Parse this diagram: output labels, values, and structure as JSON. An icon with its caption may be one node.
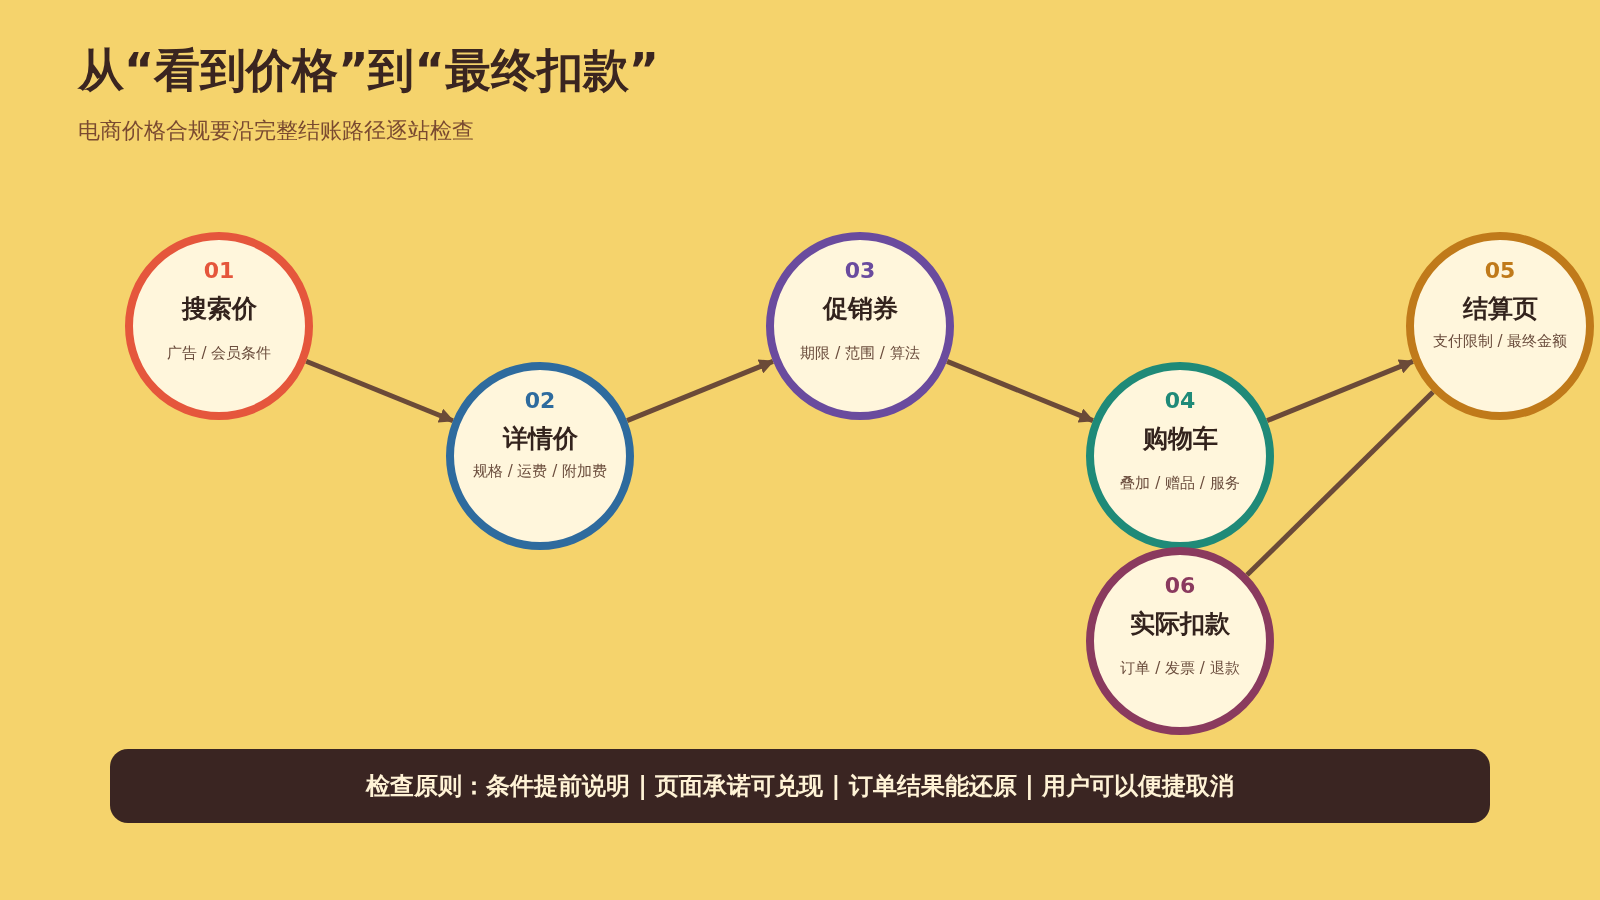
{
  "diagram": {
    "title": "从“看到价格”到“最终扣款”",
    "nodes": [
      {
        "text": [
          "01",
          "搜索价",
          "广告 / 会员条件"
        ]
      },
      {
        "text": [
          "02",
          "详情价",
          "规格 / 运费 / 附加费"
        ]
      },
      {
        "text": [
          "03",
          "促销券",
          "期限 / 范围 / 算法"
        ]
      },
      {
        "text": [
          "04",
          "购物车",
          "叠加 / 赠品 / 服务"
        ]
      },
      {
        "text": [
          "05",
          "结算页",
          "支付限制 / 最终金额"
        ]
      },
      {
        "text": [
          "06",
          "实际扣款",
          "订单 / 发票 / 退款"
        ]
      },
      {
        "text": [
          "检查原则：条件提前说明 | 页面承诺可兑现 | 订单结果能还原 | 用户可以便捷取消"
        ]
      }
    ],
    "edges": [
      {
        "from": 0,
        "to": 1,
        "arrow": "to"
      },
      {
        "from": 1,
        "to": 2,
        "arrow": "to"
      },
      {
        "from": 2,
        "to": 3,
        "arrow": "to"
      },
      {
        "from": 3,
        "to": 4,
        "arrow": "to"
      },
      {
        "from": 5,
        "to": 4,
        "arrow": "none"
      }
    ],
    "labels": [
      "电商价格合规要沿完整结账路径逐站检查"
    ]
  }
}
